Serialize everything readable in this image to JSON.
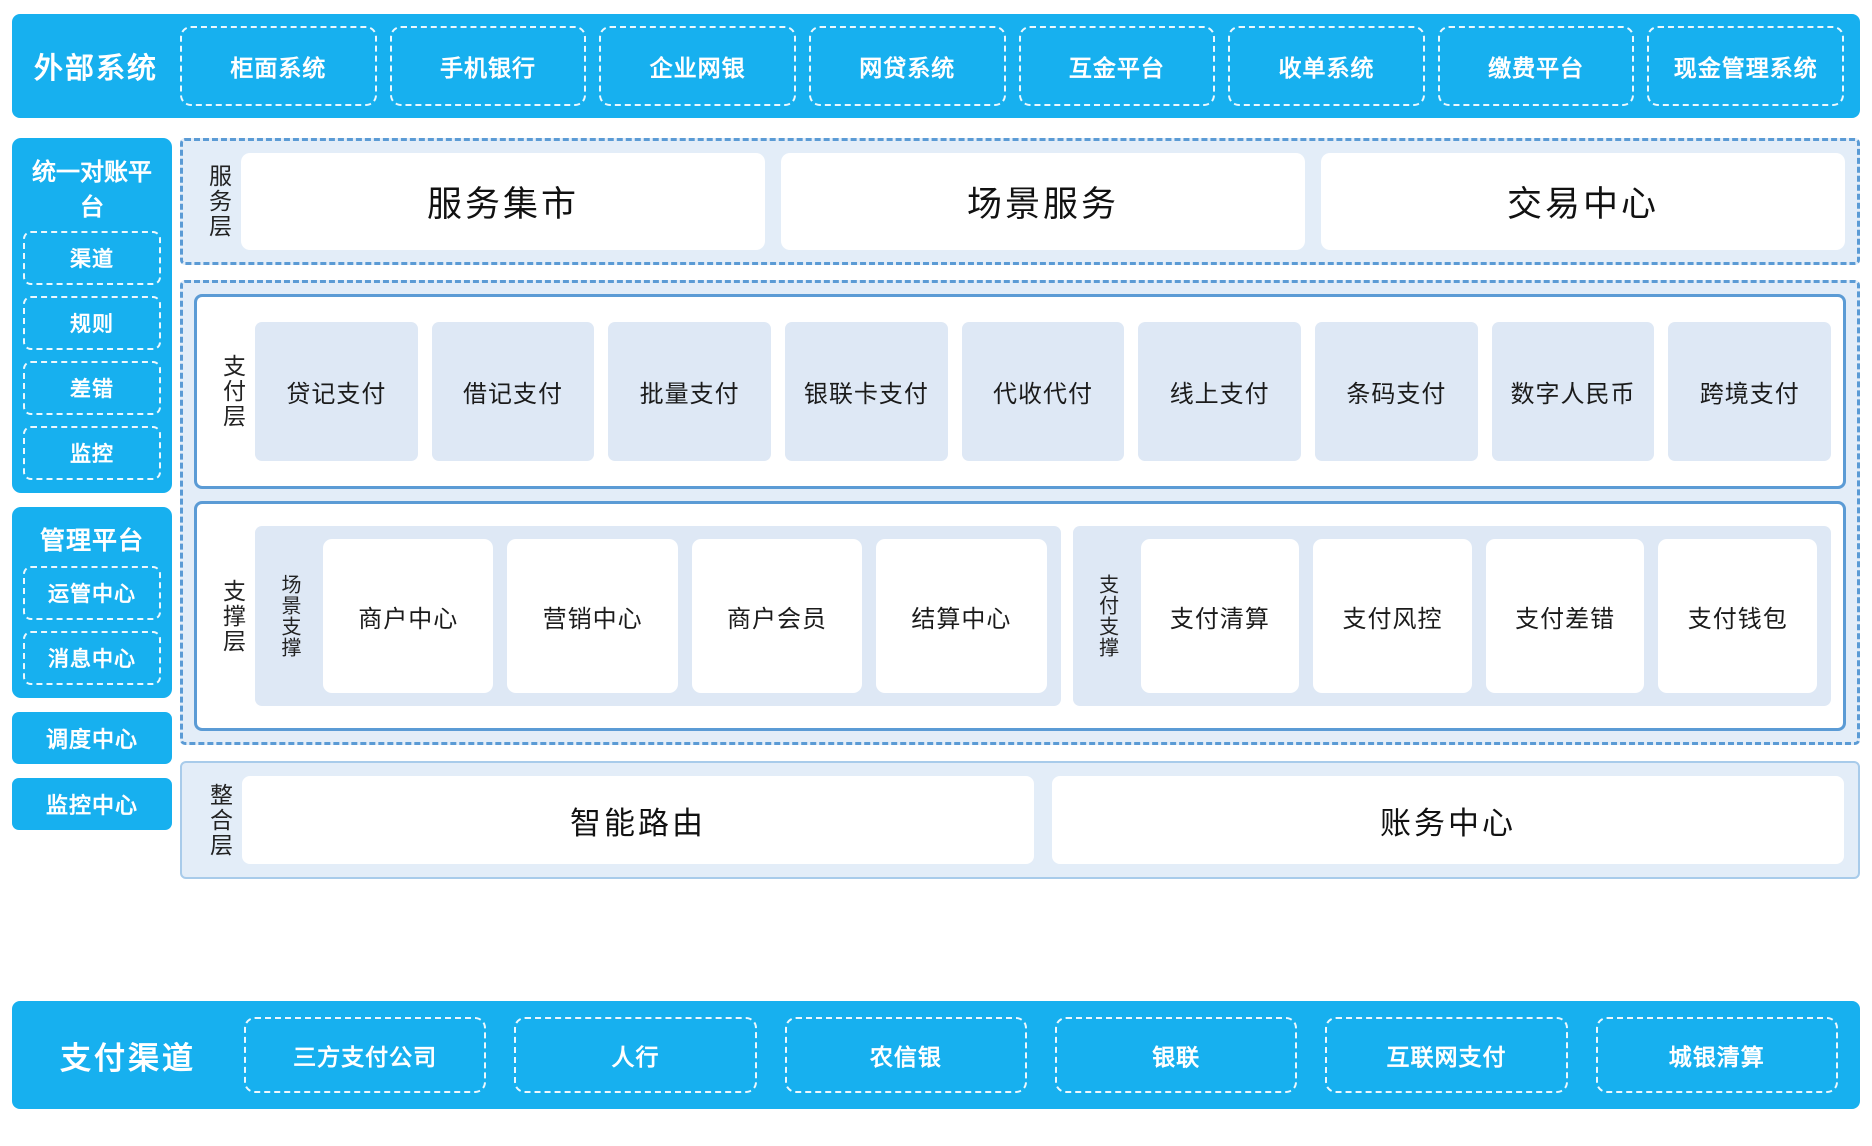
{
  "colors": {
    "brand_cyan": "#17B0EF",
    "dashed_blue": "#5B9BD5",
    "panel_light": "#E3EDF8",
    "box_light": "#DEE8F5",
    "white": "#FFFFFF"
  },
  "top_bar": {
    "title": "外部系统",
    "items": [
      "柜面系统",
      "手机银行",
      "企业网银",
      "网贷系统",
      "互金平台",
      "收单系统",
      "缴费平台",
      "现金管理系统"
    ]
  },
  "sidebar": {
    "recon_platform": {
      "title": "统一对账平台",
      "items": [
        "渠道",
        "规则",
        "差错",
        "监控"
      ]
    },
    "mgmt_platform": {
      "title": "管理平台",
      "items": [
        "运管中心",
        "消息中心"
      ]
    },
    "standalone": [
      "调度中心",
      "监控中心"
    ]
  },
  "main": {
    "service_layer": {
      "label": "服务层",
      "boxes": [
        "服务集市",
        "场景服务",
        "交易中心"
      ]
    },
    "payment_layer": {
      "label": "支付层",
      "boxes": [
        "贷记支付",
        "借记支付",
        "批量支付",
        "银联卡支付",
        "代收代付",
        "线上支付",
        "条码支付",
        "数字人民币",
        "跨境支付"
      ]
    },
    "support_layer": {
      "label": "支撑层",
      "groups": [
        {
          "label": "场景支撑",
          "boxes": [
            "商户中心",
            "营销中心",
            "商户会员",
            "结算中心"
          ]
        },
        {
          "label": "支付支撑",
          "boxes": [
            "支付清算",
            "支付风控",
            "支付差错",
            "支付钱包"
          ]
        }
      ]
    },
    "integration_layer": {
      "label": "整合层",
      "boxes": [
        "智能路由",
        "账务中心"
      ]
    }
  },
  "bottom_bar": {
    "title": "支付渠道",
    "items": [
      "三方支付公司",
      "人行",
      "农信银",
      "银联",
      "互联网支付",
      "城银清算"
    ]
  }
}
